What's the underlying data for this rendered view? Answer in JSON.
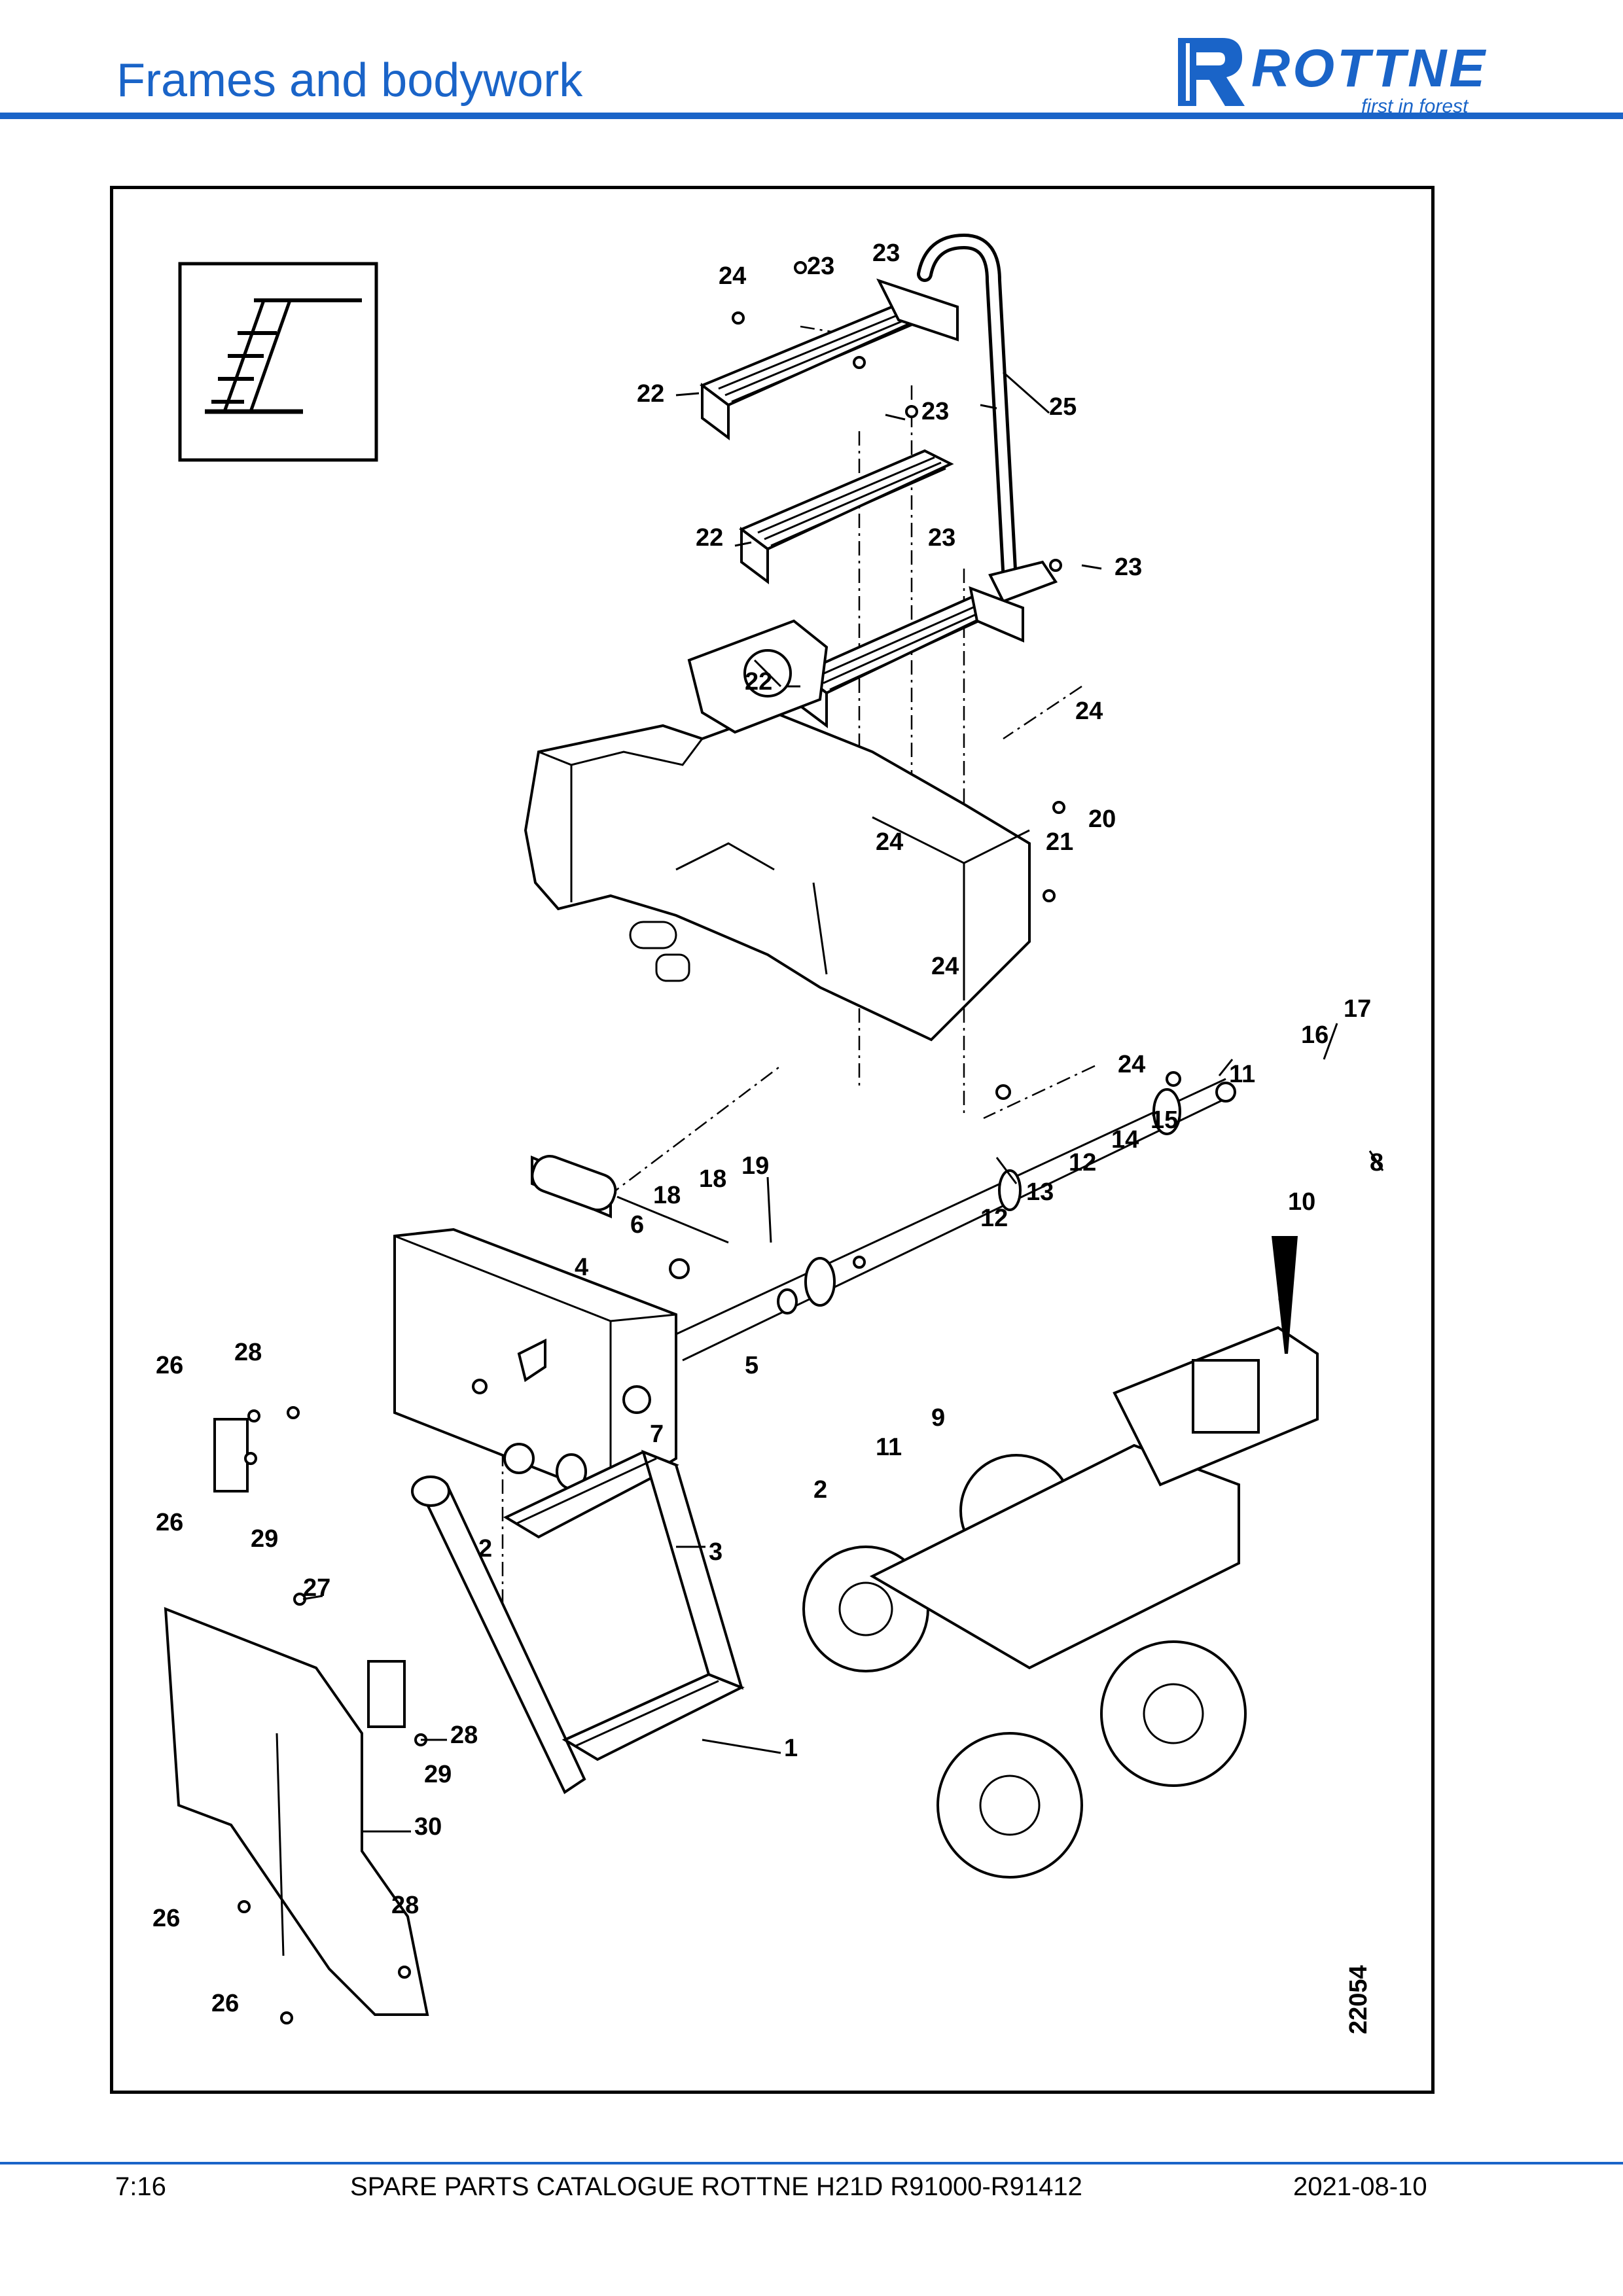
{
  "header": {
    "title": "Frames and bodywork",
    "logo_text": "ROTTNE",
    "logo_tagline": "first in forest"
  },
  "diagram": {
    "drawing_number": "22054",
    "callouts": [
      {
        "text": "24"
      },
      {
        "text": "23"
      },
      {
        "text": "23"
      },
      {
        "text": "22"
      },
      {
        "text": "23"
      },
      {
        "text": "25"
      },
      {
        "text": "22"
      },
      {
        "text": "23"
      },
      {
        "text": "23"
      },
      {
        "text": "22"
      },
      {
        "text": "24"
      },
      {
        "text": "20"
      },
      {
        "text": "21"
      },
      {
        "text": "24"
      },
      {
        "text": "24"
      },
      {
        "text": "17"
      },
      {
        "text": "16"
      },
      {
        "text": "24"
      },
      {
        "text": "11"
      },
      {
        "text": "15"
      },
      {
        "text": "14"
      },
      {
        "text": "12"
      },
      {
        "text": "8"
      },
      {
        "text": "13"
      },
      {
        "text": "10"
      },
      {
        "text": "12"
      },
      {
        "text": "19"
      },
      {
        "text": "18"
      },
      {
        "text": "18"
      },
      {
        "text": "6"
      },
      {
        "text": "4"
      },
      {
        "text": "5"
      },
      {
        "text": "26"
      },
      {
        "text": "28"
      },
      {
        "text": "7"
      },
      {
        "text": "11"
      },
      {
        "text": "9"
      },
      {
        "text": "2"
      },
      {
        "text": "26"
      },
      {
        "text": "29"
      },
      {
        "text": "2"
      },
      {
        "text": "3"
      },
      {
        "text": "27"
      },
      {
        "text": "28"
      },
      {
        "text": "1"
      },
      {
        "text": "29"
      },
      {
        "text": "30"
      },
      {
        "text": "26"
      },
      {
        "text": "28"
      },
      {
        "text": "26"
      }
    ]
  },
  "footer": {
    "page": "7:16",
    "catalogue": "SPARE PARTS CATALOGUE ROTTNE H21D R91000-R91412",
    "date": "2021-08-10"
  },
  "colors": {
    "accent": "#1a64c8",
    "line": "#000000"
  }
}
